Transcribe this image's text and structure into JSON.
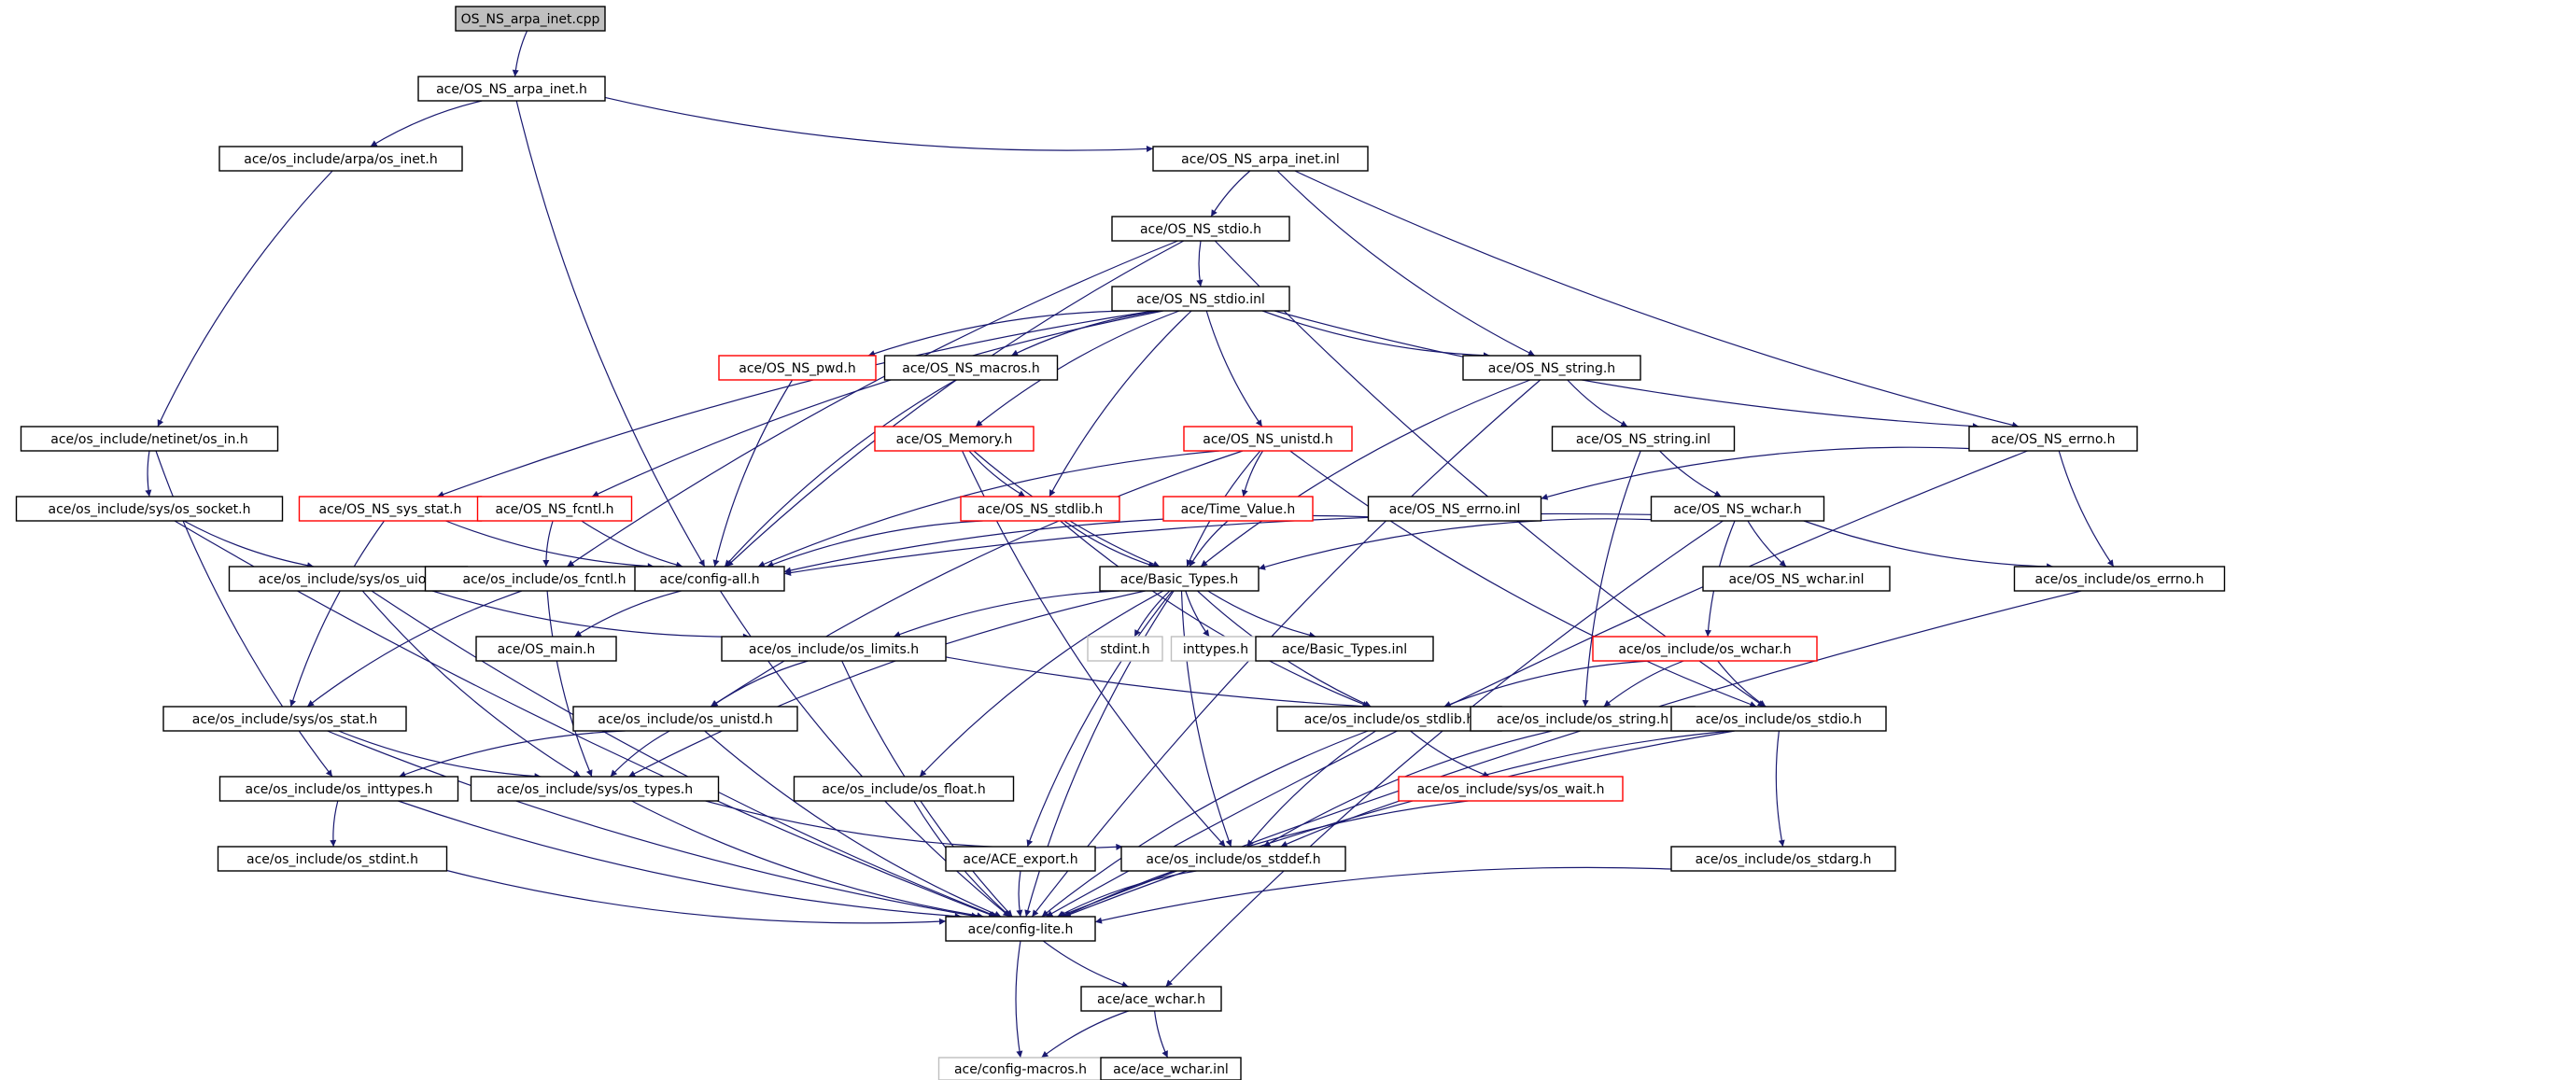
{
  "nodes": [
    {
      "id": "root",
      "label": "OS_NS_arpa_inet.cpp",
      "style": "root"
    },
    {
      "id": "arpa_inet_h",
      "label": "ace/OS_NS_arpa_inet.h",
      "style": "normal"
    },
    {
      "id": "os_inet_h",
      "label": "ace/os_include/arpa/os_inet.h",
      "style": "normal"
    },
    {
      "id": "arpa_inet_inl",
      "label": "ace/OS_NS_arpa_inet.inl",
      "style": "normal"
    },
    {
      "id": "stdio_h",
      "label": "ace/OS_NS_stdio.h",
      "style": "normal"
    },
    {
      "id": "stdio_inl",
      "label": "ace/OS_NS_stdio.inl",
      "style": "normal"
    },
    {
      "id": "pwd_h",
      "label": "ace/OS_NS_pwd.h",
      "style": "red"
    },
    {
      "id": "macros_h",
      "label": "ace/OS_NS_macros.h",
      "style": "normal"
    },
    {
      "id": "string_h",
      "label": "ace/OS_NS_string.h",
      "style": "normal"
    },
    {
      "id": "os_in_h",
      "label": "ace/os_include/netinet/os_in.h",
      "style": "normal"
    },
    {
      "id": "memory_h",
      "label": "ace/OS_Memory.h",
      "style": "red"
    },
    {
      "id": "unistd_h",
      "label": "ace/OS_NS_unistd.h",
      "style": "red"
    },
    {
      "id": "string_inl",
      "label": "ace/OS_NS_string.inl",
      "style": "normal"
    },
    {
      "id": "errno_h",
      "label": "ace/OS_NS_errno.h",
      "style": "normal"
    },
    {
      "id": "os_socket_h",
      "label": "ace/os_include/sys/os_socket.h",
      "style": "normal"
    },
    {
      "id": "sys_stat_h",
      "label": "ace/OS_NS_sys_stat.h",
      "style": "red"
    },
    {
      "id": "fcntl_h",
      "label": "ace/OS_NS_fcntl.h",
      "style": "red"
    },
    {
      "id": "stdlib_h",
      "label": "ace/OS_NS_stdlib.h",
      "style": "red"
    },
    {
      "id": "time_value_h",
      "label": "ace/Time_Value.h",
      "style": "red"
    },
    {
      "id": "errno_inl",
      "label": "ace/OS_NS_errno.inl",
      "style": "normal"
    },
    {
      "id": "wchar_h",
      "label": "ace/OS_NS_wchar.h",
      "style": "normal"
    },
    {
      "id": "os_uio_h",
      "label": "ace/os_include/sys/os_uio.h",
      "style": "normal"
    },
    {
      "id": "os_fcntl_h",
      "label": "ace/os_include/os_fcntl.h",
      "style": "normal"
    },
    {
      "id": "config_all_h",
      "label": "ace/config-all.h",
      "style": "normal"
    },
    {
      "id": "basic_types_h",
      "label": "ace/Basic_Types.h",
      "style": "normal"
    },
    {
      "id": "wchar_inl",
      "label": "ace/OS_NS_wchar.inl",
      "style": "normal"
    },
    {
      "id": "os_errno_h",
      "label": "ace/os_include/os_errno.h",
      "style": "normal"
    },
    {
      "id": "os_main_h",
      "label": "ace/OS_main.h",
      "style": "normal"
    },
    {
      "id": "os_limits_h",
      "label": "ace/os_include/os_limits.h",
      "style": "normal"
    },
    {
      "id": "stdint_h",
      "label": "stdint.h",
      "style": "gray"
    },
    {
      "id": "inttypes_h",
      "label": "inttypes.h",
      "style": "gray"
    },
    {
      "id": "basic_types_inl",
      "label": "ace/Basic_Types.inl",
      "style": "normal"
    },
    {
      "id": "os_wchar_h",
      "label": "ace/os_include/os_wchar.h",
      "style": "red"
    },
    {
      "id": "os_sys_stat_h",
      "label": "ace/os_include/sys/os_stat.h",
      "style": "normal"
    },
    {
      "id": "os_unistd_h",
      "label": "ace/os_include/os_unistd.h",
      "style": "normal"
    },
    {
      "id": "os_stdlib_h",
      "label": "ace/os_include/os_stdlib.h",
      "style": "normal"
    },
    {
      "id": "os_string_h",
      "label": "ace/os_include/os_string.h",
      "style": "normal"
    },
    {
      "id": "os_stdio_h",
      "label": "ace/os_include/os_stdio.h",
      "style": "normal"
    },
    {
      "id": "os_inttypes_h",
      "label": "ace/os_include/os_inttypes.h",
      "style": "normal"
    },
    {
      "id": "os_types_h",
      "label": "ace/os_include/sys/os_types.h",
      "style": "normal"
    },
    {
      "id": "os_float_h",
      "label": "ace/os_include/os_float.h",
      "style": "normal"
    },
    {
      "id": "os_wait_h",
      "label": "ace/os_include/sys/os_wait.h",
      "style": "red"
    },
    {
      "id": "os_stdint_h",
      "label": "ace/os_include/os_stdint.h",
      "style": "normal"
    },
    {
      "id": "ace_export_h",
      "label": "ace/ACE_export.h",
      "style": "normal"
    },
    {
      "id": "os_stddef_h",
      "label": "ace/os_include/os_stddef.h",
      "style": "normal"
    },
    {
      "id": "os_stdarg_h",
      "label": "ace/os_include/os_stdarg.h",
      "style": "normal"
    },
    {
      "id": "config_lite_h",
      "label": "ace/config-lite.h",
      "style": "normal"
    },
    {
      "id": "ace_wchar_h",
      "label": "ace/ace_wchar.h",
      "style": "normal"
    },
    {
      "id": "config_macros_h",
      "label": "ace/config-macros.h",
      "style": "gray"
    },
    {
      "id": "ace_wchar_inl",
      "label": "ace/ace_wchar.inl",
      "style": "normal"
    }
  ],
  "edges": [
    [
      "root",
      "arpa_inet_h"
    ],
    [
      "arpa_inet_h",
      "os_inet_h"
    ],
    [
      "arpa_inet_h",
      "arpa_inet_inl"
    ],
    [
      "arpa_inet_h",
      "config_all_h"
    ],
    [
      "os_inet_h",
      "os_in_h"
    ],
    [
      "arpa_inet_inl",
      "stdio_h"
    ],
    [
      "arpa_inet_inl",
      "string_h"
    ],
    [
      "arpa_inet_inl",
      "errno_h"
    ],
    [
      "stdio_h",
      "stdio_inl"
    ],
    [
      "stdio_h",
      "config_all_h"
    ],
    [
      "stdio_h",
      "os_fcntl_h"
    ],
    [
      "stdio_h",
      "os_stdio_h"
    ],
    [
      "stdio_inl",
      "pwd_h"
    ],
    [
      "stdio_inl",
      "macros_h"
    ],
    [
      "stdio_inl",
      "string_h"
    ],
    [
      "stdio_inl",
      "memory_h"
    ],
    [
      "stdio_inl",
      "unistd_h"
    ],
    [
      "stdio_inl",
      "sys_stat_h"
    ],
    [
      "stdio_inl",
      "fcntl_h"
    ],
    [
      "stdio_inl",
      "stdlib_h"
    ],
    [
      "stdio_inl",
      "errno_h"
    ],
    [
      "pwd_h",
      "config_all_h"
    ],
    [
      "macros_h",
      "config_all_h"
    ],
    [
      "string_h",
      "string_inl"
    ],
    [
      "string_h",
      "basic_types_h"
    ],
    [
      "string_h",
      "config_lite_h"
    ],
    [
      "os_in_h",
      "os_socket_h"
    ],
    [
      "os_in_h",
      "os_inttypes_h"
    ],
    [
      "memory_h",
      "stdlib_h"
    ],
    [
      "memory_h",
      "basic_types_h"
    ],
    [
      "memory_h",
      "os_stddef_h"
    ],
    [
      "unistd_h",
      "time_value_h"
    ],
    [
      "unistd_h",
      "config_all_h"
    ],
    [
      "unistd_h",
      "basic_types_h"
    ],
    [
      "unistd_h",
      "os_unistd_h"
    ],
    [
      "unistd_h",
      "os_stdio_h"
    ],
    [
      "string_inl",
      "wchar_h"
    ],
    [
      "string_inl",
      "os_string_h"
    ],
    [
      "errno_h",
      "errno_inl"
    ],
    [
      "errno_h",
      "os_errno_h"
    ],
    [
      "errno_h",
      "config_lite_h"
    ],
    [
      "os_socket_h",
      "os_uio_h"
    ],
    [
      "os_socket_h",
      "config_lite_h"
    ],
    [
      "sys_stat_h",
      "config_all_h"
    ],
    [
      "sys_stat_h",
      "os_sys_stat_h"
    ],
    [
      "fcntl_h",
      "config_all_h"
    ],
    [
      "fcntl_h",
      "os_fcntl_h"
    ],
    [
      "stdlib_h",
      "config_all_h"
    ],
    [
      "stdlib_h",
      "basic_types_h"
    ],
    [
      "stdlib_h",
      "os_stdlib_h"
    ],
    [
      "time_value_h",
      "basic_types_h"
    ],
    [
      "errno_inl",
      "config_all_h"
    ],
    [
      "wchar_h",
      "wchar_inl"
    ],
    [
      "wchar_h",
      "basic_types_h"
    ],
    [
      "wchar_h",
      "os_wchar_h"
    ],
    [
      "wchar_h",
      "os_errno_h"
    ],
    [
      "wchar_h",
      "config_all_h"
    ],
    [
      "wchar_h",
      "ace_wchar_h"
    ],
    [
      "os_uio_h",
      "os_limits_h"
    ],
    [
      "os_uio_h",
      "os_types_h"
    ],
    [
      "os_uio_h",
      "config_lite_h"
    ],
    [
      "os_fcntl_h",
      "os_sys_stat_h"
    ],
    [
      "os_fcntl_h",
      "os_types_h"
    ],
    [
      "config_all_h",
      "os_main_h"
    ],
    [
      "config_all_h",
      "config_lite_h"
    ],
    [
      "basic_types_h",
      "stdint_h"
    ],
    [
      "basic_types_h",
      "inttypes_h"
    ],
    [
      "basic_types_h",
      "basic_types_inl"
    ],
    [
      "basic_types_h",
      "os_limits_h"
    ],
    [
      "basic_types_h",
      "os_float_h"
    ],
    [
      "basic_types_h",
      "ace_export_h"
    ],
    [
      "basic_types_h",
      "os_stddef_h"
    ],
    [
      "basic_types_h",
      "os_stdlib_h"
    ],
    [
      "basic_types_h",
      "config_lite_h"
    ],
    [
      "basic_types_h",
      "os_types_h"
    ],
    [
      "os_errno_h",
      "config_lite_h"
    ],
    [
      "os_limits_h",
      "os_unistd_h"
    ],
    [
      "os_limits_h",
      "os_stdio_h"
    ],
    [
      "os_limits_h",
      "config_lite_h"
    ],
    [
      "os_wchar_h",
      "os_stdlib_h"
    ],
    [
      "os_wchar_h",
      "os_string_h"
    ],
    [
      "os_wchar_h",
      "os_stdio_h"
    ],
    [
      "os_sys_stat_h",
      "os_types_h"
    ],
    [
      "os_sys_stat_h",
      "config_lite_h"
    ],
    [
      "os_unistd_h",
      "os_inttypes_h"
    ],
    [
      "os_unistd_h",
      "os_types_h"
    ],
    [
      "os_unistd_h",
      "config_lite_h"
    ],
    [
      "os_stdlib_h",
      "os_wait_h"
    ],
    [
      "os_stdlib_h",
      "os_stddef_h"
    ],
    [
      "os_stdlib_h",
      "config_lite_h"
    ],
    [
      "os_string_h",
      "os_stddef_h"
    ],
    [
      "os_stdio_h",
      "os_stdarg_h"
    ],
    [
      "os_stdio_h",
      "os_stddef_h"
    ],
    [
      "os_stdio_h",
      "config_lite_h"
    ],
    [
      "os_inttypes_h",
      "os_stdint_h"
    ],
    [
      "os_inttypes_h",
      "config_lite_h"
    ],
    [
      "os_types_h",
      "os_stddef_h"
    ],
    [
      "os_types_h",
      "config_lite_h"
    ],
    [
      "os_float_h",
      "config_lite_h"
    ],
    [
      "os_wait_h",
      "config_lite_h"
    ],
    [
      "os_stdint_h",
      "config_lite_h"
    ],
    [
      "ace_export_h",
      "config_lite_h"
    ],
    [
      "os_stddef_h",
      "config_lite_h"
    ],
    [
      "os_stdarg_h",
      "config_lite_h"
    ],
    [
      "config_lite_h",
      "ace_wchar_h"
    ],
    [
      "config_lite_h",
      "config_macros_h"
    ],
    [
      "ace_wchar_h",
      "config_macros_h"
    ],
    [
      "ace_wchar_h",
      "ace_wchar_inl"
    ]
  ],
  "colors": {
    "edge": "#191970",
    "node_border": "#000000",
    "highlight_border": "#ff0000",
    "external_border": "#bfbfbf",
    "root_fill": "#bfbfbf"
  }
}
